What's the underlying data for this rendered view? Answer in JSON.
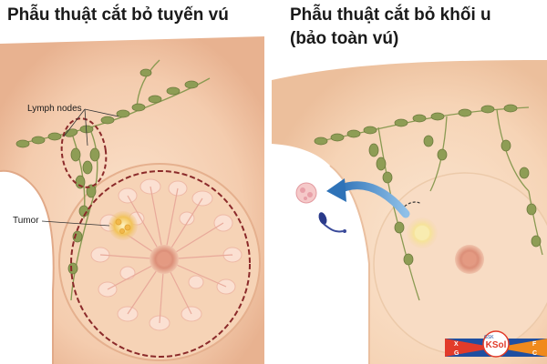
{
  "titles": {
    "left": "Phẫu thuật cắt bỏ tuyến vú",
    "right_line1": "Phẫu thuật cắt bỏ khối u",
    "right_line2": "(bảo toàn vú)"
  },
  "labels": {
    "lymph_nodes": "Lymph nodes",
    "tumor": "Tumor"
  },
  "logo": {
    "brand": "KSol",
    "brand_prefix": "GSK",
    "corner_letters": [
      "X",
      "F",
      "G",
      "C"
    ]
  },
  "colors": {
    "skin": "#f5d2b4",
    "skin_dark": "#e9b896",
    "lymph_node": "#8a9a52",
    "dashed_outline": "#8b2a2a",
    "arrow": "#4a8cc4",
    "tumor": "#f2c35a"
  }
}
